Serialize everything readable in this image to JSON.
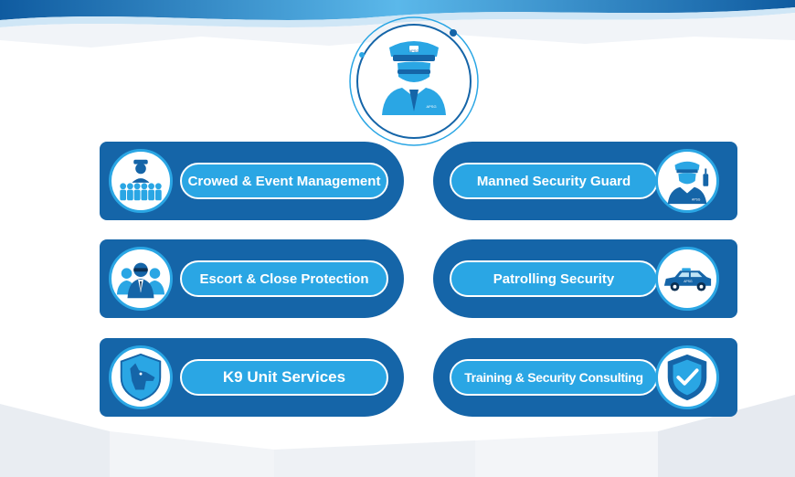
{
  "colors": {
    "dark_blue": "#1565a8",
    "light_blue": "#2aa6e4",
    "white": "#ffffff"
  },
  "hub": {
    "icon": "security-guard-icon",
    "badge_text": "APSG",
    "chest_text": "APSG"
  },
  "services_left": [
    {
      "label": "Crowed & Event Management",
      "icon": "crowd-icon"
    },
    {
      "label": "Escort & Close Protection",
      "icon": "bodyguard-icon"
    },
    {
      "label": "K9 Unit Services",
      "icon": "dog-shield-icon"
    }
  ],
  "services_right": [
    {
      "label": "Manned Security Guard",
      "icon": "guard-radio-icon",
      "badge_text": "APSG"
    },
    {
      "label": "Patrolling Security",
      "icon": "patrol-car-icon",
      "badge_text": "APSG"
    },
    {
      "label": "Training & Security Consulting",
      "icon": "check-shield-icon"
    }
  ]
}
